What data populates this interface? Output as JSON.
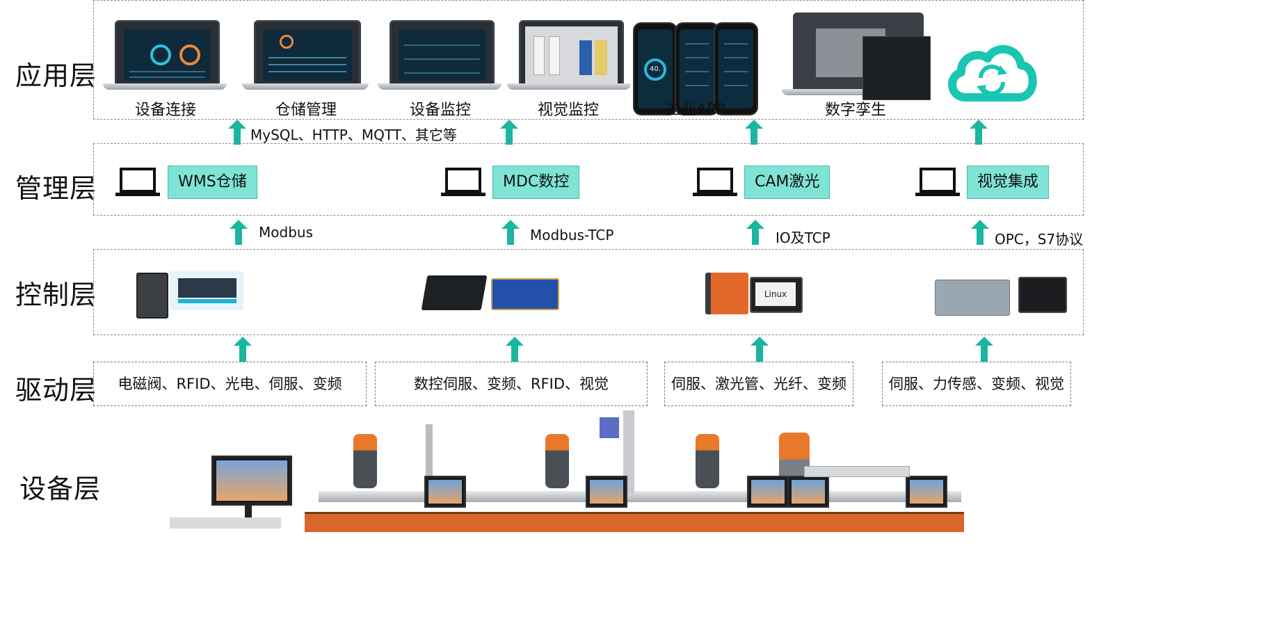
{
  "layers": {
    "application": "应用层",
    "management": "管理层",
    "control": "控制层",
    "driver": "驱动层",
    "equipment": "设备层"
  },
  "apps": [
    {
      "label": "设备连接"
    },
    {
      "label": "仓储管理"
    },
    {
      "label": "设备监控"
    },
    {
      "label": "视觉监控"
    },
    {
      "label": "工业APP"
    },
    {
      "label": "数字孪生"
    }
  ],
  "phone_reading": "40.",
  "protocols": {
    "app_mgmt": "MySQL、HTTP、MQTT、其它等",
    "mgmt_ctrl": [
      "Modbus",
      "Modbus-TCP",
      "IO及TCP",
      "OPC，S7协议"
    ]
  },
  "management_systems": [
    "WMS仓储",
    "MDC数控",
    "CAM激光",
    "视觉集成"
  ],
  "linux_label": "Linux",
  "drivers": [
    "电磁阀、RFID、光电、伺服、变频",
    "数控伺服、变频、RFID、视觉",
    "伺服、激光管、光纤、变频",
    "伺服、力传感、变频、视觉"
  ],
  "colors": {
    "accent": "#19b6a2",
    "pill": "#7fe3d6",
    "cloud": "#19c6b1",
    "line_orange": "#d9662a"
  }
}
